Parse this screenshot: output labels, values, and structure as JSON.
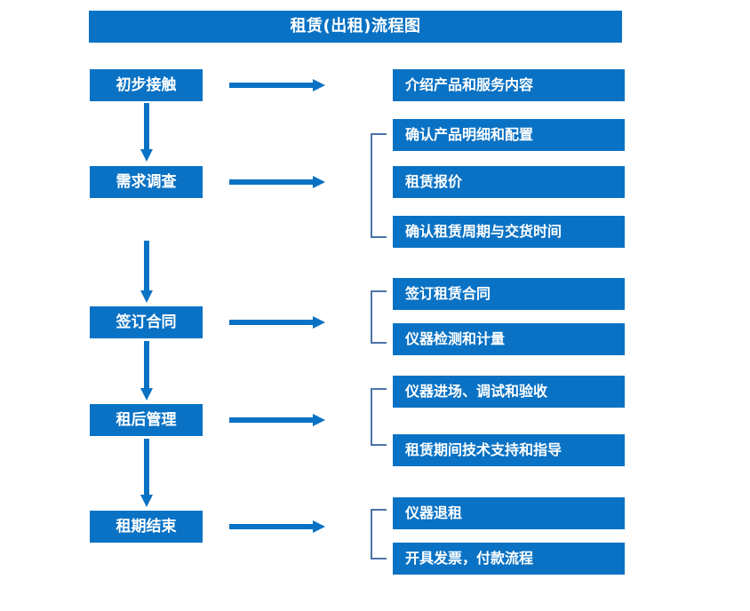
{
  "title": {
    "text": "租赁(出租)流程图"
  },
  "colors": {
    "box_fill": "#0a72c4",
    "box_text": "#ffffff",
    "arrow": "#0a72c4",
    "bracket": "#4a74a8",
    "background": "#ffffff"
  },
  "stages": [
    {
      "id": "stage-1",
      "label": "初步接触"
    },
    {
      "id": "stage-2",
      "label": "需求调查"
    },
    {
      "id": "stage-3",
      "label": "签订合同"
    },
    {
      "id": "stage-4",
      "label": "租后管理"
    },
    {
      "id": "stage-5",
      "label": "租期结束"
    }
  ],
  "details": [
    {
      "id": "detail-1-1",
      "label": "介绍产品和服务内容"
    },
    {
      "id": "detail-2-1",
      "label": "确认产品明细和配置"
    },
    {
      "id": "detail-2-2",
      "label": "租赁报价"
    },
    {
      "id": "detail-2-3",
      "label": "确认租赁周期与交货时间"
    },
    {
      "id": "detail-3-1",
      "label": "签订租赁合同"
    },
    {
      "id": "detail-3-2",
      "label": "仪器检测和计量"
    },
    {
      "id": "detail-4-1",
      "label": "仪器进场、调试和验收"
    },
    {
      "id": "detail-4-2",
      "label": "租赁期间技术支持和指导"
    },
    {
      "id": "detail-5-1",
      "label": "仪器退租"
    },
    {
      "id": "detail-5-2",
      "label": "开具发票，付款流程"
    }
  ],
  "connectors": {
    "horizontal_arrows": 5,
    "vertical_arrows": 4,
    "brackets": 4
  },
  "chart_data": {
    "type": "diagram",
    "title": "租赁(出租)流程图",
    "flow": [
      {
        "stage": "初步接触",
        "details": [
          "介绍产品和服务内容"
        ],
        "grouped": false
      },
      {
        "stage": "需求调查",
        "details": [
          "确认产品明细和配置",
          "租赁报价",
          "确认租赁周期与交货时间"
        ],
        "grouped": true
      },
      {
        "stage": "签订合同",
        "details": [
          "签订租赁合同",
          "仪器检测和计量"
        ],
        "grouped": true
      },
      {
        "stage": "租后管理",
        "details": [
          "仪器进场、调试和验收",
          "租赁期间技术支持和指导"
        ],
        "grouped": true
      },
      {
        "stage": "租期结束",
        "details": [
          "仪器退租",
          "开具发票，付款流程"
        ],
        "grouped": true
      }
    ],
    "sequence": [
      "初步接触",
      "需求调查",
      "签订合同",
      "租后管理",
      "租期结束"
    ]
  }
}
